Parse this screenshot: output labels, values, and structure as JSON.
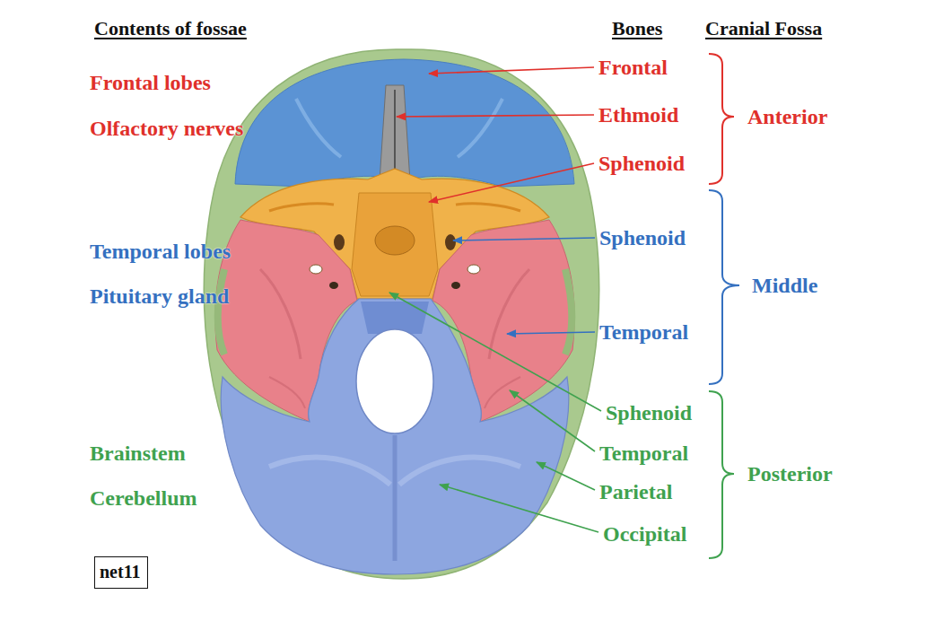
{
  "diagram": {
    "nodes": [
      {
        "text": [
          "net11"
        ]
      }
    ],
    "labels": [
      "Contents of fossae",
      "Bones",
      "Cranial Fossa",
      "Frontal lobes",
      "Olfactory nerves",
      "Temporal lobes",
      "Pituitary gland",
      "Brainstem",
      "Cerebellum",
      "Frontal",
      "Ethmoid",
      "Sphenoid",
      "Sphenoid",
      "Temporal",
      "Sphenoid",
      "Temporal",
      "Parietal",
      "Occipital",
      "Anterior",
      "Middle",
      "Posterior"
    ]
  }
}
